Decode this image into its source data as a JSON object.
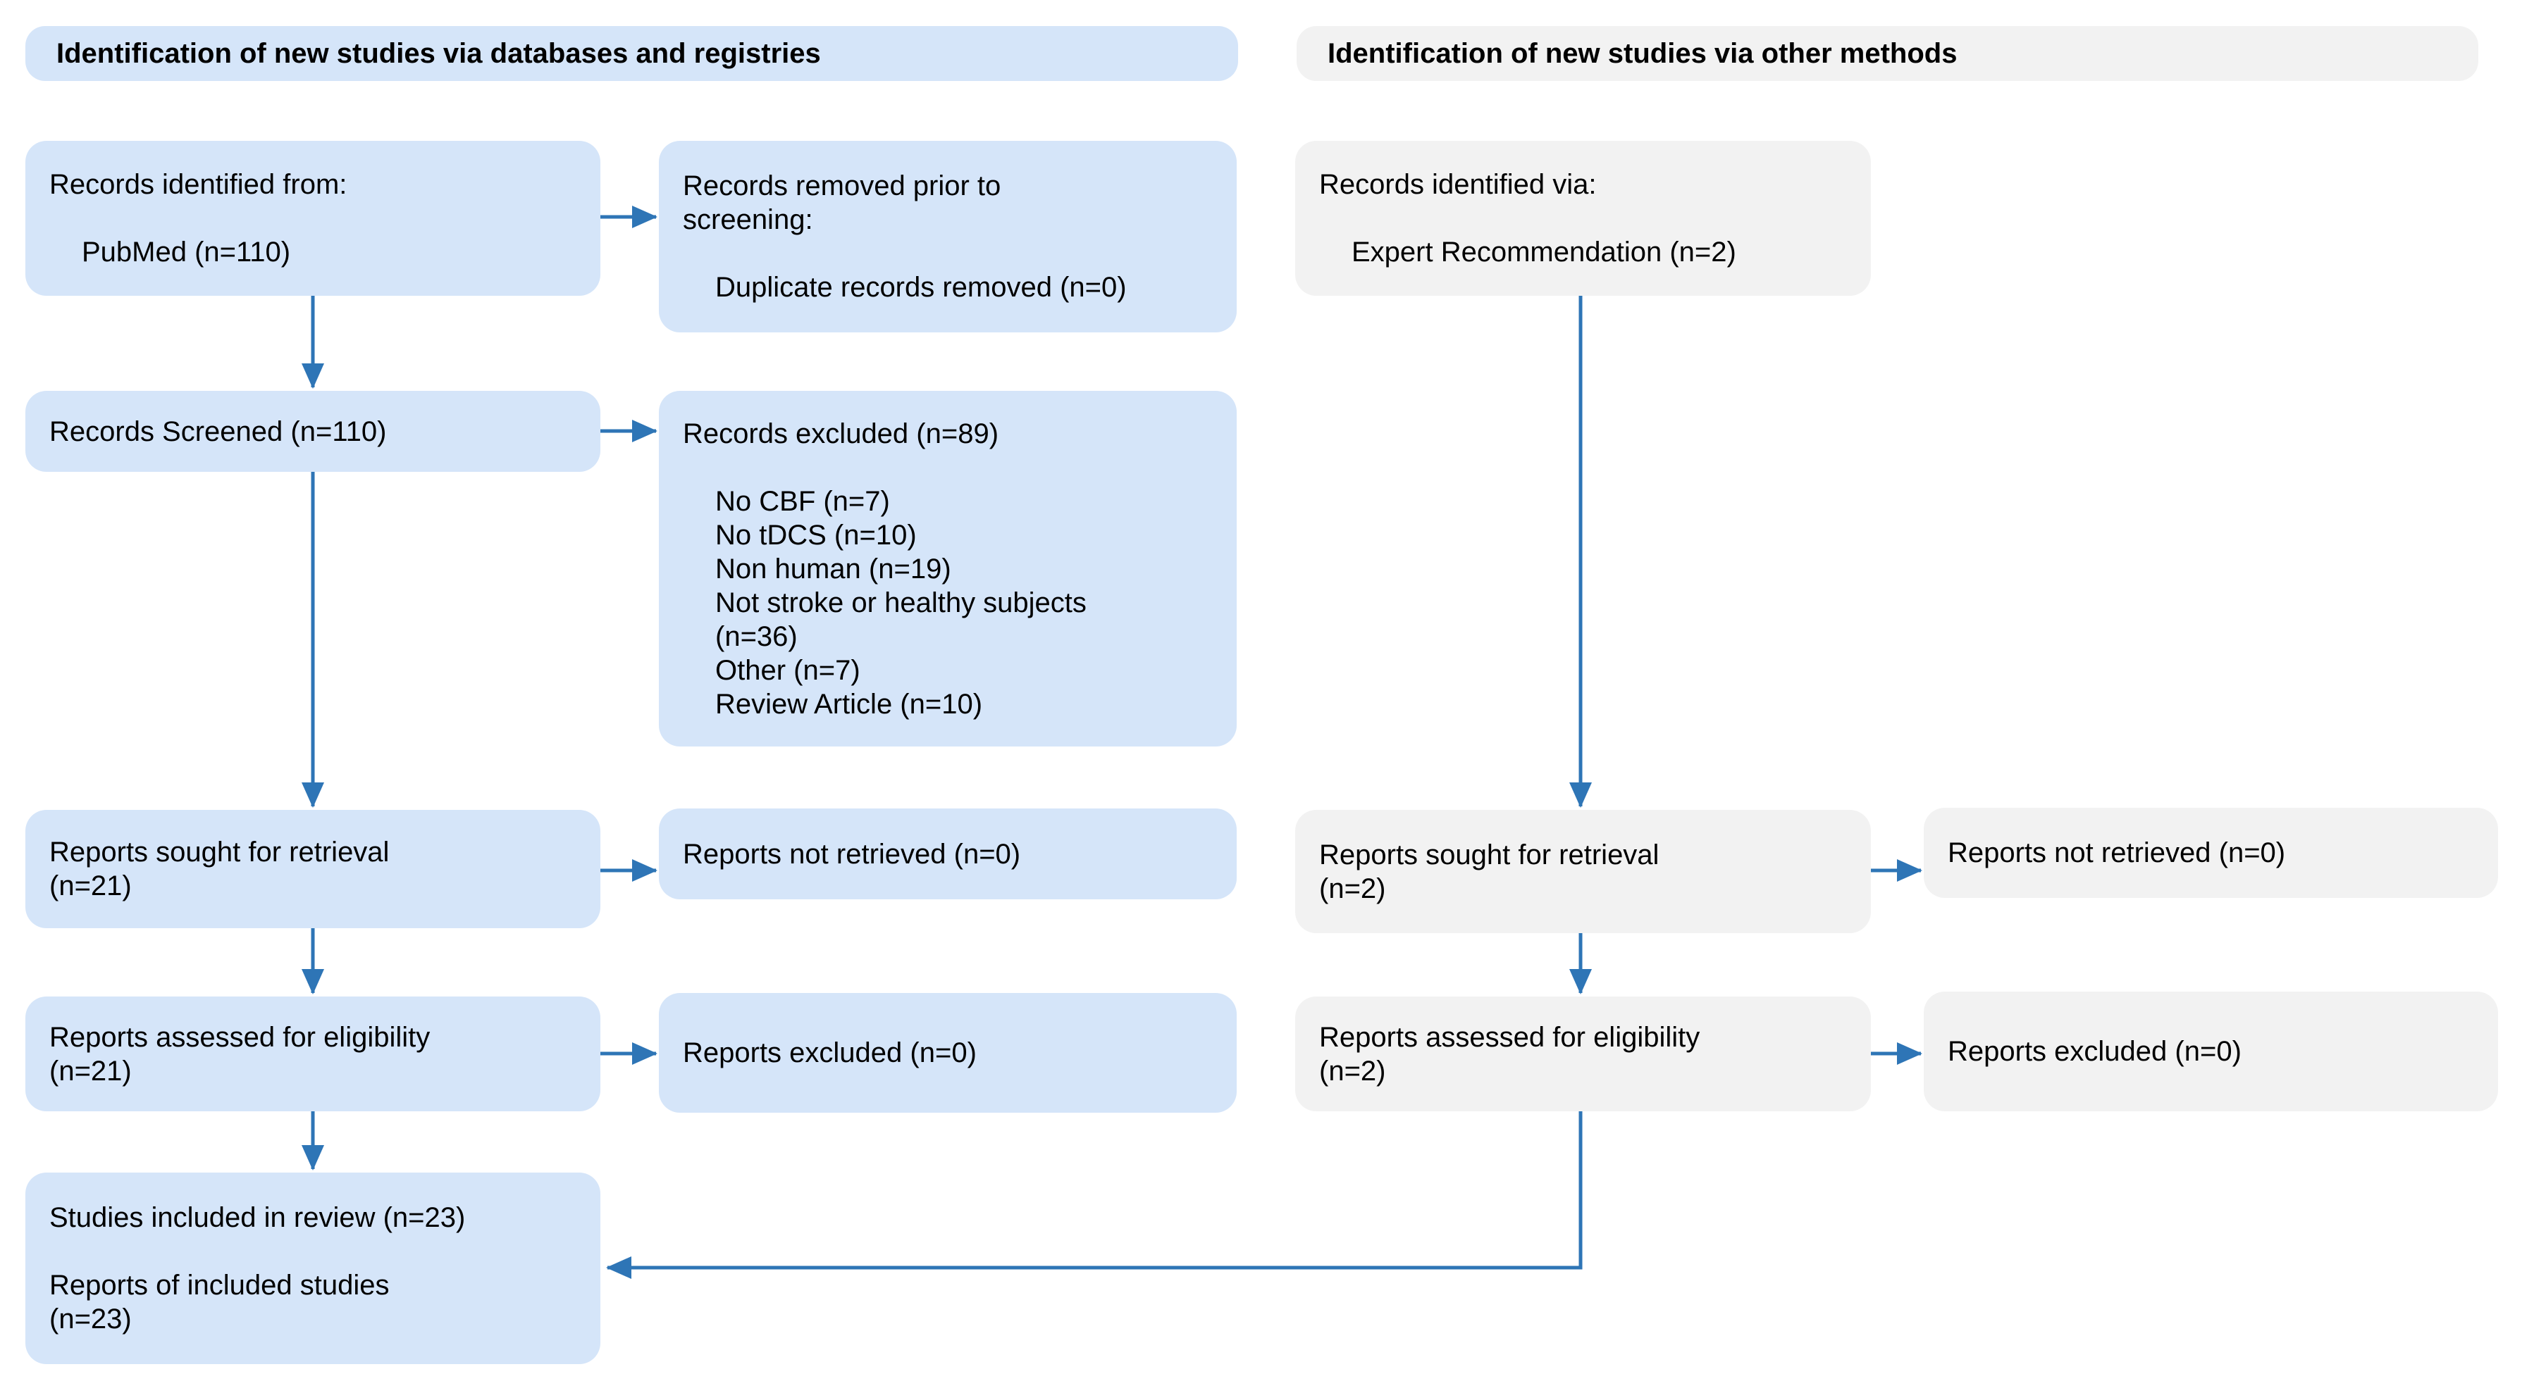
{
  "colors": {
    "blue_fill": "#D5E5F9",
    "gray_fill": "#F2F2F2",
    "arrow": "#2E75B6",
    "text": "#000000"
  },
  "headers": {
    "databases": "Identification of new studies via databases and registries",
    "other_methods": "Identification of new studies via other methods"
  },
  "database_column": {
    "records_identified": {
      "label": "Records identified from:",
      "items": [
        "PubMed (n=110)"
      ]
    },
    "records_removed": {
      "label": "Records removed prior to\nscreening:",
      "items": [
        "Duplicate records removed (n=0)"
      ]
    },
    "records_screened": {
      "label": "Records Screened (n=110)"
    },
    "records_excluded": {
      "label": "Records excluded (n=89)",
      "items": [
        "No CBF (n=7)",
        "No tDCS (n=10)",
        "Non human (n=19)",
        "Not stroke or healthy subjects\n(n=36)",
        "Other (n=7)",
        "Review Article (n=10)"
      ]
    },
    "reports_sought": {
      "label": "Reports sought for retrieval\n(n=21)"
    },
    "reports_not_retrieved": {
      "label": "Reports not retrieved (n=0)"
    },
    "reports_assessed": {
      "label": "Reports assessed for eligibility\n(n=21)"
    },
    "reports_excluded": {
      "label": "Reports excluded (n=0)"
    },
    "included": {
      "line1": "Studies included in review (n=23)",
      "line2": "Reports of included studies\n(n=23)"
    }
  },
  "other_methods_column": {
    "records_identified": {
      "label": "Records identified via:",
      "items": [
        "Expert Recommendation (n=2)"
      ]
    },
    "reports_sought": {
      "label": "Reports sought for retrieval\n(n=2)"
    },
    "reports_not_retrieved": {
      "label": "Reports not retrieved (n=0)"
    },
    "reports_assessed": {
      "label": "Reports assessed for eligibility\n(n=2)"
    },
    "reports_excluded": {
      "label": "Reports excluded (n=0)"
    }
  }
}
